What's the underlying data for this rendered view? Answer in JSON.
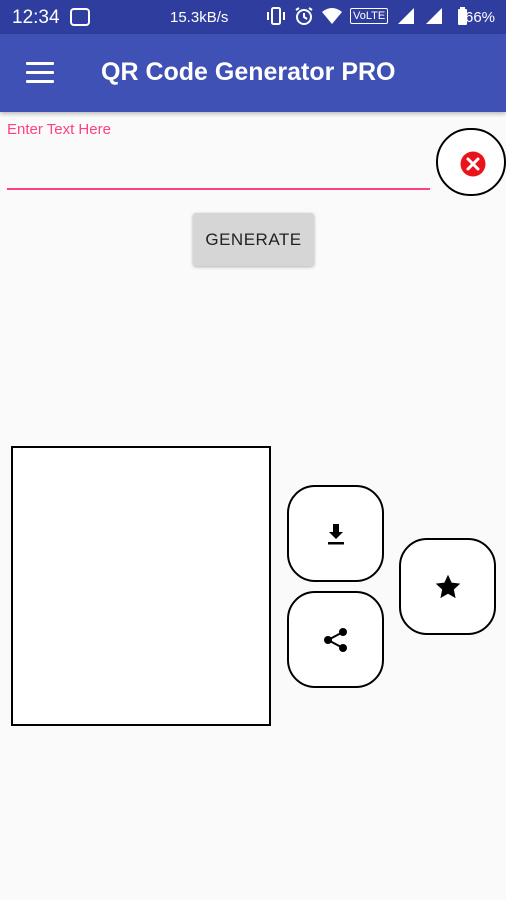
{
  "status_bar": {
    "time": "12:34",
    "network_speed": "15.3kB/s",
    "network_badge": "VoLTE",
    "battery_percent": "66%",
    "icons": [
      "app-notification-icon",
      "vibrate-icon",
      "alarm-icon",
      "wifi-icon",
      "volte-icon",
      "signal-icon",
      "signal-icon",
      "battery-icon"
    ]
  },
  "app_bar": {
    "title": "QR Code Generator PRO",
    "menu_icon": "hamburger-menu-icon",
    "color": "#3f51b5",
    "status_color": "#2f3e9e"
  },
  "input": {
    "label": "Enter Text Here",
    "value": "",
    "accent_color": "#ff4081"
  },
  "clear_button": {
    "icon": "clear-circle-icon",
    "icon_color": "#e8131b"
  },
  "generate_button": {
    "label": "GENERATE"
  },
  "actions": {
    "download_icon": "download-icon",
    "share_icon": "share-icon",
    "favorite_icon": "star-icon"
  }
}
